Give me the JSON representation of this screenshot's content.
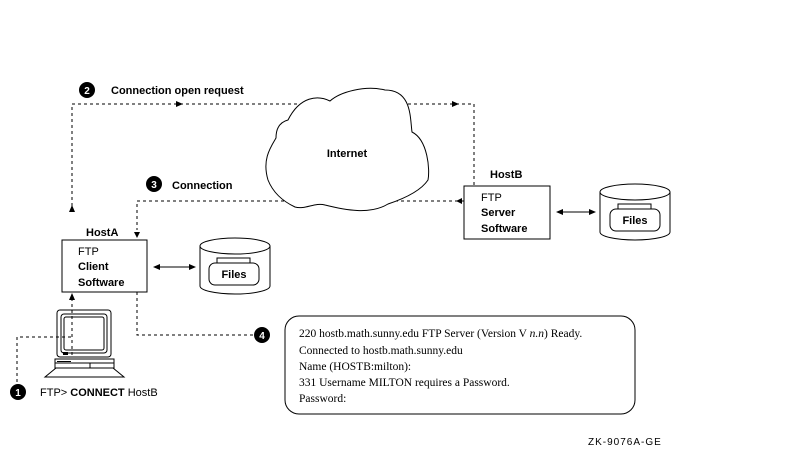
{
  "figure": {
    "id_label": "ZK-9076A-GE",
    "colors": {
      "ink": "#000000",
      "background": "#ffffff"
    }
  },
  "steps": [
    {
      "number": "1",
      "prefix": "FTP> ",
      "command": "CONNECT",
      "suffix": " HostB"
    },
    {
      "number": "2",
      "label": "Connection open request"
    },
    {
      "number": "3",
      "label": "Connection"
    },
    {
      "number": "4"
    }
  ],
  "network": {
    "label": "Internet"
  },
  "host_a": {
    "name": "HostA",
    "software": [
      "FTP",
      "Client",
      "Software"
    ],
    "storage_label": "Files"
  },
  "host_b": {
    "name": "HostB",
    "software": [
      "FTP",
      "Server",
      "Software"
    ],
    "storage_label": "Files"
  },
  "terminal_output": {
    "lines": [
      "220 hostb.math.sunny.edu FTP Server (Version V ",
      "Connected to hostb.math.sunny.edu",
      "Name  (HOSTB:milton):",
      "331 Username MILTON requires a Password.",
      "Password:"
    ],
    "version_italic": "n.n",
    "line1_suffix": ") Ready."
  }
}
